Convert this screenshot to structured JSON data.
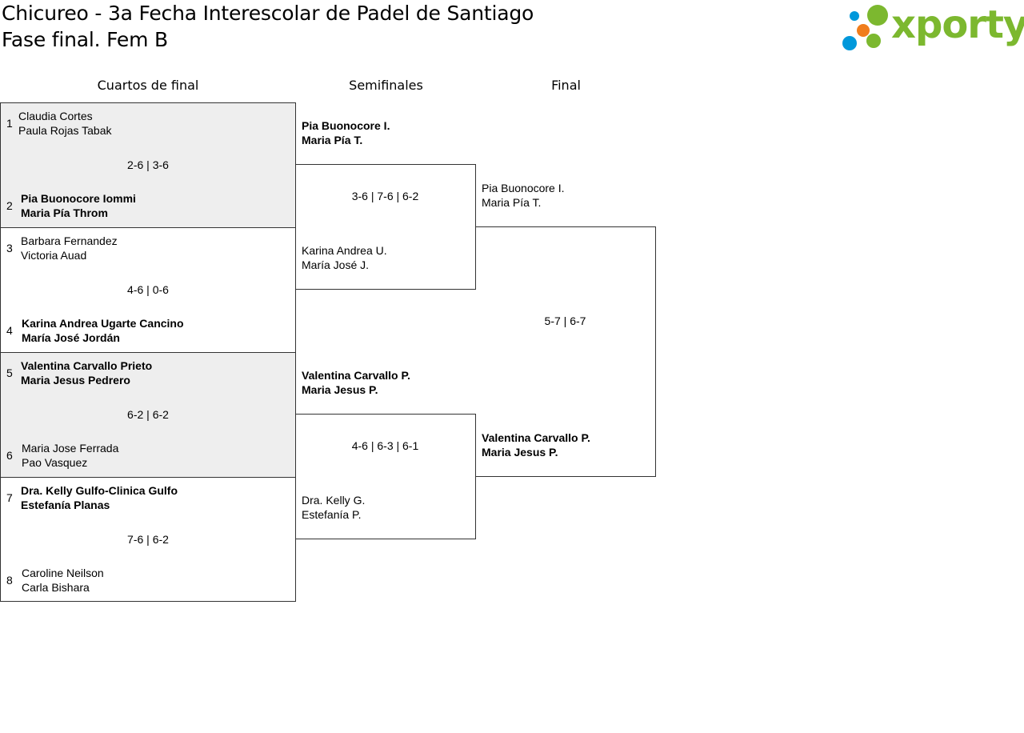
{
  "header": {
    "title": "Chicureo - 3a Fecha Interescolar de Padel de Santiago",
    "subtitle": "Fase final. Fem B"
  },
  "logo": {
    "text": "xporty",
    "dot_colors": [
      "#0098db",
      "#7cb82f",
      "#f07d1c"
    ]
  },
  "rounds": {
    "quarterfinals": "Cuartos de final",
    "semifinals": "Semifinales",
    "final": "Final"
  },
  "quarterfinals": [
    {
      "score": "2-6 | 3-6",
      "team_a": {
        "seed": "1",
        "p1": "Claudia Cortes",
        "p2": "Paula Rojas Tabak"
      },
      "team_b": {
        "seed": "2",
        "p1": "Pia Buonocore Iommi",
        "p2": "Maria Pía Throm"
      }
    },
    {
      "score": "4-6 | 0-6",
      "team_a": {
        "seed": "3",
        "p1": "Barbara Fernandez",
        "p2": "Victoria Auad"
      },
      "team_b": {
        "seed": "4",
        "p1": "Karina Andrea Ugarte Cancino",
        "p2": "María José Jordán"
      }
    },
    {
      "score": "6-2 | 6-2",
      "team_a": {
        "seed": "5",
        "p1": "Valentina Carvallo Prieto",
        "p2": "Maria Jesus Pedrero"
      },
      "team_b": {
        "seed": "6",
        "p1": "Maria Jose Ferrada",
        "p2": "Pao Vasquez"
      }
    },
    {
      "score": "7-6 | 6-2",
      "team_a": {
        "seed": "7",
        "p1": "Dra. Kelly Gulfo-Clinica Gulfo",
        "p2": "Estefanía Planas"
      },
      "team_b": {
        "seed": "8",
        "p1": "Caroline Neilson",
        "p2": "Carla Bishara"
      }
    }
  ],
  "semifinals": [
    {
      "score": "3-6 | 7-6 | 6-2",
      "team_a": {
        "p1": "Pia Buonocore I.",
        "p2": "Maria Pía T."
      },
      "team_b": {
        "p1": "Karina Andrea U.",
        "p2": "María José J."
      }
    },
    {
      "score": "4-6 | 6-3 | 6-1",
      "team_a": {
        "p1": "Valentina Carvallo P.",
        "p2": "Maria Jesus P."
      },
      "team_b": {
        "p1": "Dra. Kelly G.",
        "p2": "Estefanía P."
      }
    }
  ],
  "final": {
    "score": "5-7 | 6-7",
    "team_a": {
      "p1": "Pia Buonocore I.",
      "p2": "Maria Pía T."
    },
    "team_b": {
      "p1": "Valentina Carvallo P.",
      "p2": "Maria Jesus P."
    }
  }
}
